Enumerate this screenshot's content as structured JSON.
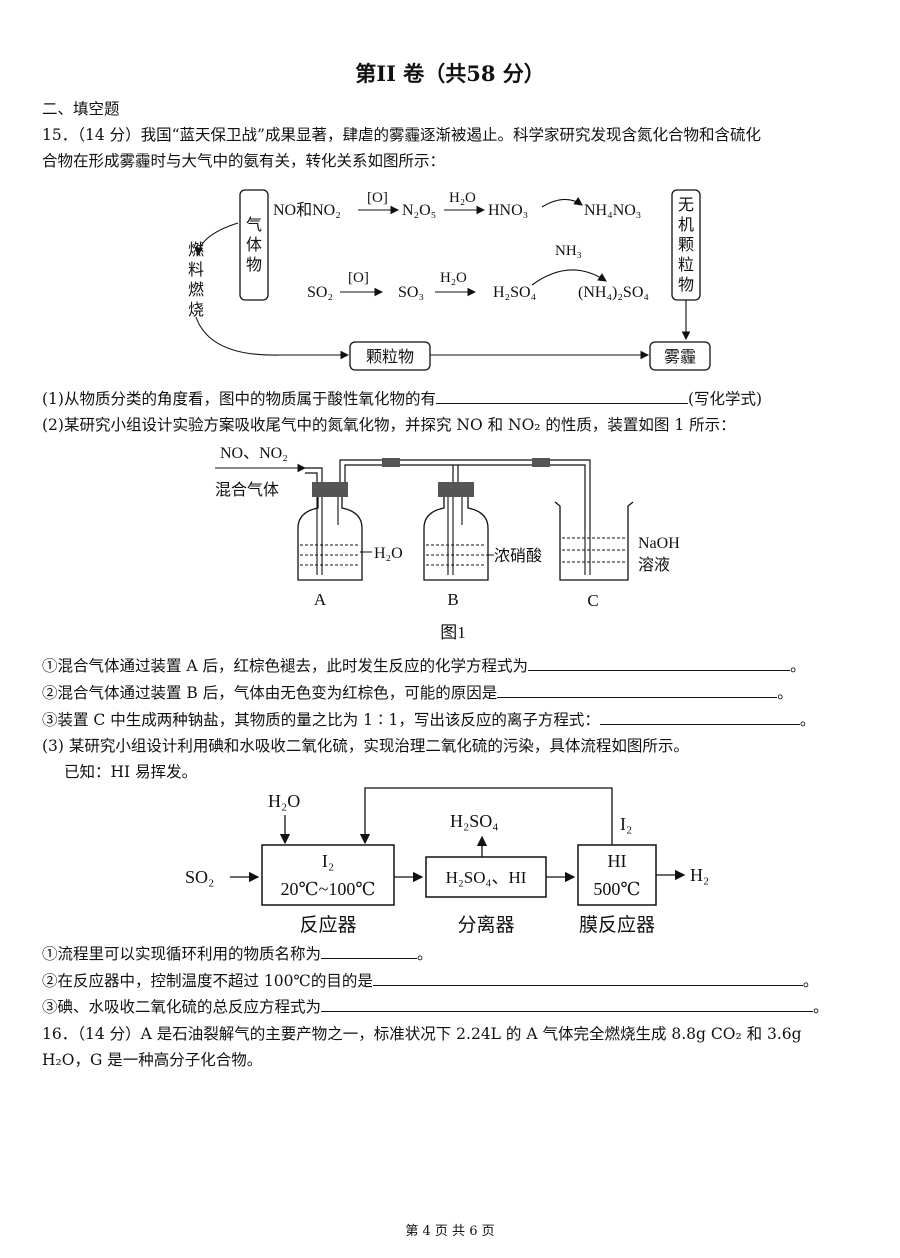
{
  "title": "第II 卷（共58 分）",
  "section": "二、填空题",
  "q15": {
    "line1": "15．（14 分）我国“蓝天保卫战”成果显著，肆虐的雾霾逐渐被遏止。科学家研究发现含氮化合物和含硫化",
    "line2": "合物在形成雾霾时与大气中的氨有关，转化关系如图所示：",
    "p1a": "(1)从物质分类的角度看，图中的物质属于酸性氧化物的有",
    "p1b": "(写化学式)",
    "p2": "(2)某研究小组设计实验方案吸收尾气中的氮氧化物，并探究 NO 和 NO₂ 的性质，装置如图 1 所示：",
    "s1": "①混合气体通过装置 A 后，红棕色褪去，此时发生反应的化学方程式为",
    "s2": "②混合气体通过装置 B 后，气体由无色变为红棕色，可能的原因是",
    "s3": "③装置 C 中生成两种钠盐，其物质的量之比为 1∶1，写出该反应的离子方程式：",
    "end": "。",
    "p3": "(3) 某研究小组设计利用碘和水吸收二氧化硫，实现治理二氧化硫的污染，具体流程如图所示。",
    "known": "已知：HI 易挥发。",
    "t1": "①流程里可以实现循环利用的物质名称为",
    "t2": "②在反应器中，控制温度不超过 100℃的目的是",
    "t3": "③碘、水吸收二氧化硫的总反应方程式为"
  },
  "q16": {
    "line1": "16．（14 分）A 是石油裂解气的主要产物之一，标准状况下 2.24L 的 A 气体完全燃烧生成 8.8g CO₂ 和 3.6g",
    "line2": "H₂O，G 是一种高分子化合物。"
  },
  "diagram1": {
    "gas": "气体物",
    "fuel": "燃料燃烧",
    "inorganic": "无机颗粒物",
    "particle": "颗粒物",
    "haze": "雾霾",
    "no_no2": "NO和NO₂",
    "o1": "[O]",
    "n2o5": "N₂O₅",
    "h2o_1": "H₂O",
    "hno3": "HNO₃",
    "nh4no3": "NH₄NO₃",
    "nh3": "NH₃",
    "so2": "SO₂",
    "o2": "[O]",
    "so3": "SO₃",
    "h2o_2": "H₂O",
    "h2so4": "H₂SO₄",
    "nh42so4": "(NH₄)₂SO₄"
  },
  "figure1": {
    "gas_label": "NO、NO₂",
    "gas_label2": "混合气体",
    "h2o": "H₂O",
    "acid": "浓硝酸",
    "naoh": "NaOH",
    "solution": "溶液",
    "a": "A",
    "b": "B",
    "c": "C",
    "caption": "图1"
  },
  "flow": {
    "h2o": "H₂O",
    "h2so4": "H₂SO₄",
    "i2_top": "I₂",
    "so2": "SO₂",
    "r_i2": "I₂",
    "r_temp": "20℃~100℃",
    "sep_content": "H₂SO₄、HI",
    "mem_hi": "HI",
    "mem_temp": "500℃",
    "h2": "H₂",
    "reactor": "反应器",
    "separator": "分离器",
    "membrane": "膜反应器"
  },
  "footer": "第 4 页 共 6 页"
}
